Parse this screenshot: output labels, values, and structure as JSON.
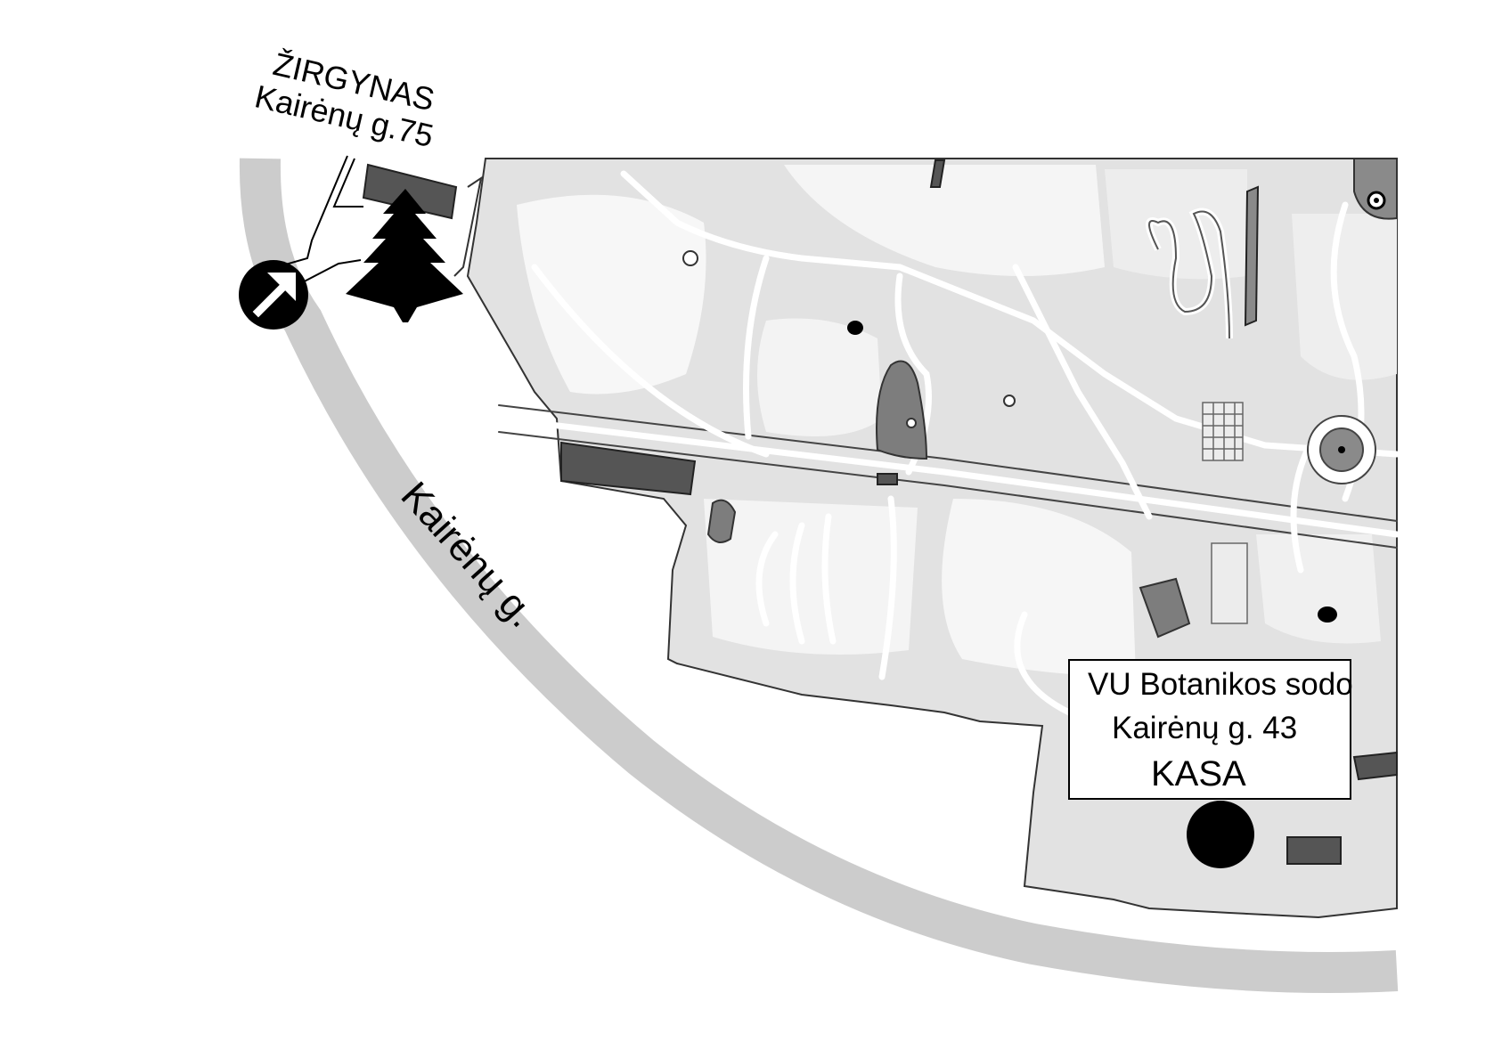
{
  "map": {
    "road": {
      "name": "Kairėnų g."
    },
    "places": [
      {
        "id": "zirgynas",
        "name": "ŽIRGYNAS",
        "address": "Kairėnų g.75",
        "icon": "tree-icon"
      },
      {
        "id": "botanikos",
        "name": "VU Botanikos sodo",
        "address": "Kairėnų g. 43",
        "note": "KASA",
        "icon": "location-dot-icon"
      }
    ],
    "markers": [
      {
        "name": "arrow-up-right-icon",
        "meaning": "entrance direction"
      }
    ],
    "colors": {
      "road": "#cccccc",
      "park_area": "#e0e0e0",
      "building": "#555555",
      "pond": "#7a7a7a",
      "path": "#ffffff",
      "marker": "#000000"
    }
  }
}
